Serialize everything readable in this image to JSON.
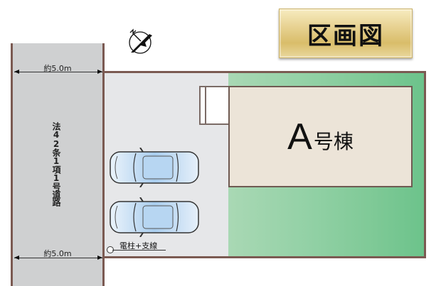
{
  "title": "区画図",
  "road": {
    "label": "法42条1項1号道路",
    "width_top": "約5.0m",
    "width_bottom": "約5.0m",
    "color": "#cfd0d1"
  },
  "site": {
    "building_letter": "A",
    "building_suffix": "号棟",
    "building_color": "#ece4d8",
    "garden_color": "#7ec996",
    "parking_color": "#e6e7e9",
    "parking_spaces": 2,
    "utility_pole_label": "電柱+支線"
  },
  "compass": {
    "label": "N",
    "icon": "north-arrow-bird-icon"
  },
  "colors": {
    "boundary": "#7b5a52",
    "title_gold": "#e8d394"
  }
}
